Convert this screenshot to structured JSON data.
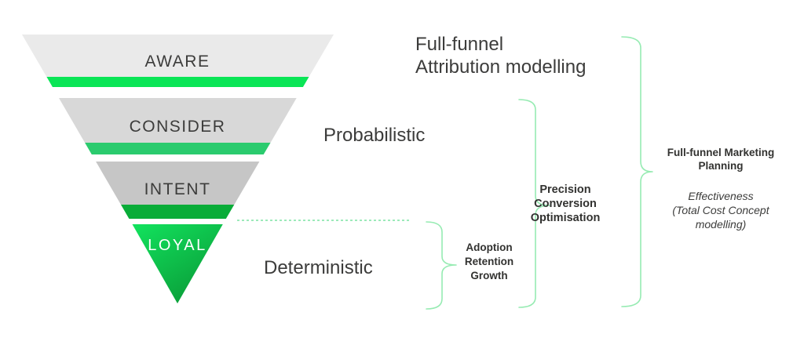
{
  "funnel": {
    "stages": [
      {
        "label": "AWARE",
        "fill": "#EAEAEA",
        "bar": "#0AE556"
      },
      {
        "label": "CONSIDER",
        "fill": "#D8D8D8",
        "bar": "#2BCB6E"
      },
      {
        "label": "INTENT",
        "fill": "#C6C6C6",
        "bar": "#09AC38"
      },
      {
        "label": "LOYAL",
        "fill_start": "#12E35E",
        "fill_end": "#0A9C38"
      }
    ],
    "label_color": "#3C3C3B",
    "loyal_label_color": "#FFFFFF"
  },
  "annotations": {
    "attribution": {
      "line1": "Full-funnel",
      "line2": "Attribution modelling"
    },
    "probabilistic": "Probabilistic",
    "deterministic": "Deterministic",
    "precision": {
      "line1": "Precision",
      "line2": "Conversion",
      "line3": "Optimisation"
    },
    "adoption": {
      "line1": "Adoption",
      "line2": "Retention",
      "line3": "Growth"
    },
    "planning": {
      "line1": "Full-funnel Marketing",
      "line2": "Planning"
    },
    "effectiveness": {
      "line1": "Effectiveness",
      "line2": "(Total Cost Concept",
      "line3": "modelling)"
    }
  },
  "colors": {
    "brace": "#96EBB2",
    "dotted_line": "#62DE90",
    "text_dark": "#3C3C3B"
  }
}
